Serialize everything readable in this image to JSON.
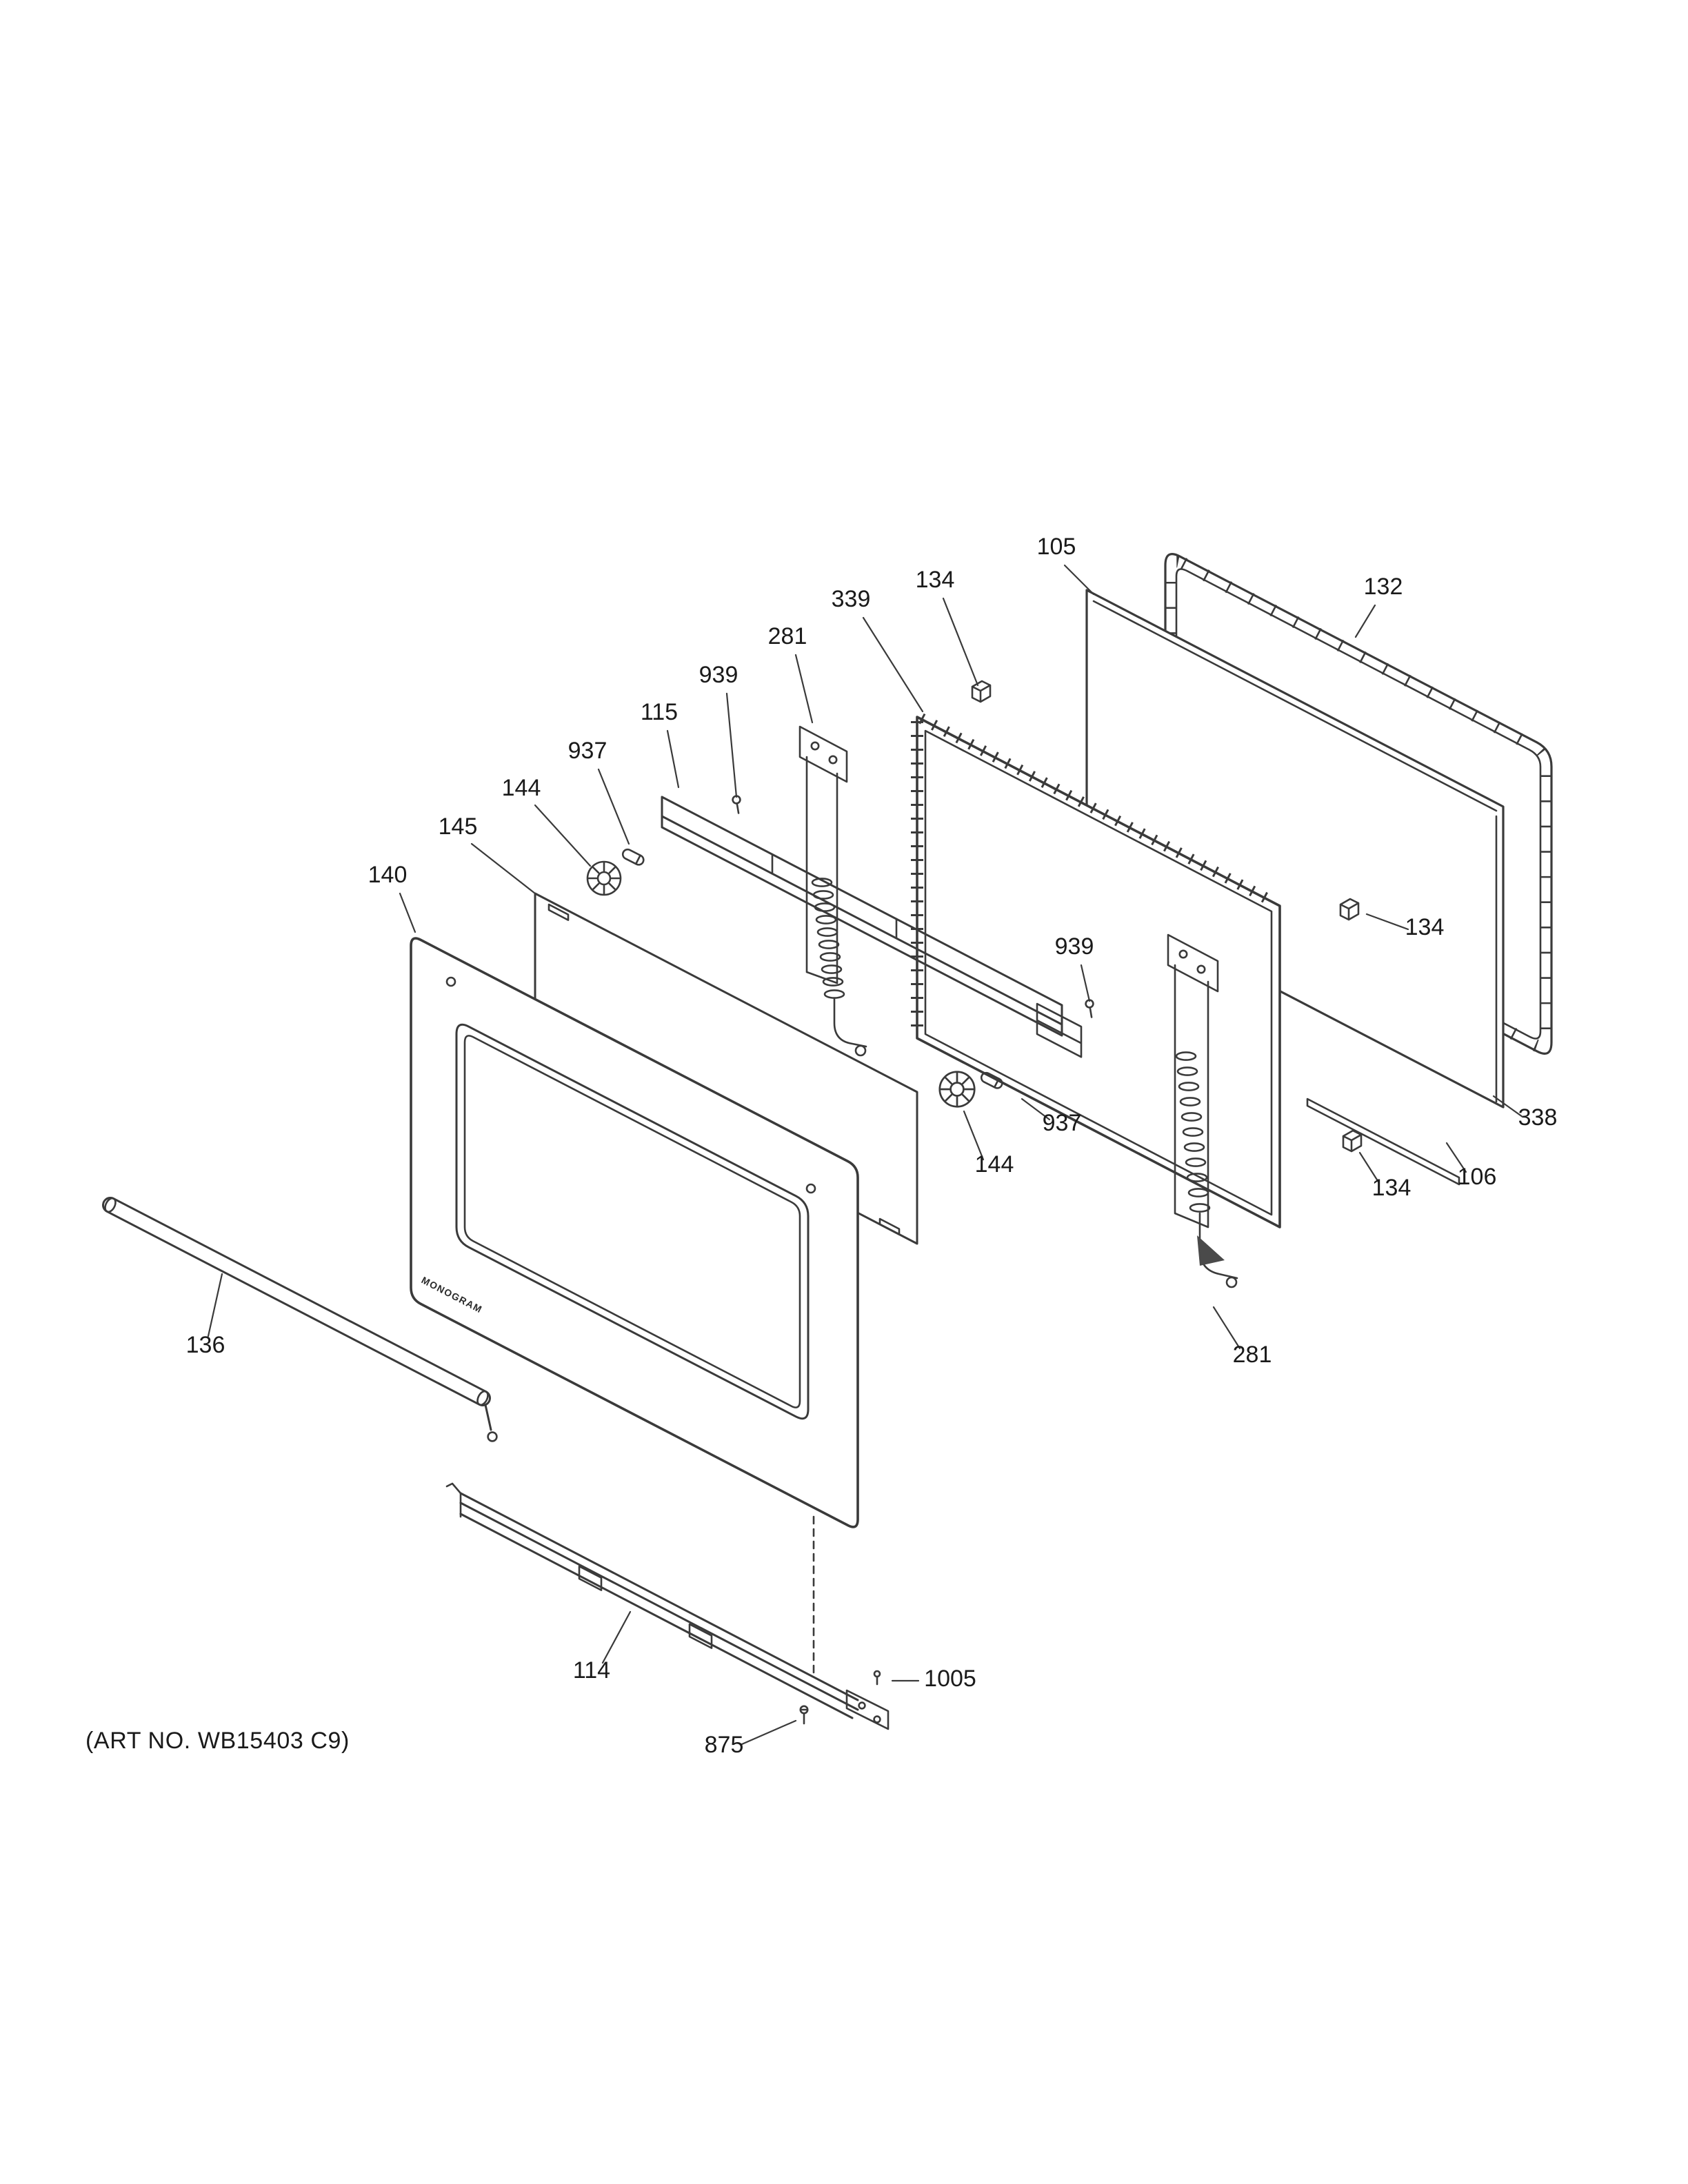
{
  "page": {
    "background": "#ffffff",
    "line_color": "#3a3a3a",
    "label_color": "#1a1a1a"
  },
  "footer": {
    "art_no": "(ART NO. WB15403 C9)"
  },
  "diagram": {
    "brand_text": "MONOGRAM",
    "labels": {
      "l105": "105",
      "l132": "132",
      "l134a": "134",
      "l134b": "134",
      "l134c": "134",
      "l339": "339",
      "l281a": "281",
      "l281b": "281",
      "l939a": "939",
      "l939b": "939",
      "l115": "115",
      "l937a": "937",
      "l937b": "937",
      "l144a": "144",
      "l144b": "144",
      "l145": "145",
      "l140": "140",
      "l136": "136",
      "l114": "114",
      "l1005": "1005",
      "l875": "875",
      "l338": "338",
      "l106": "106"
    }
  }
}
